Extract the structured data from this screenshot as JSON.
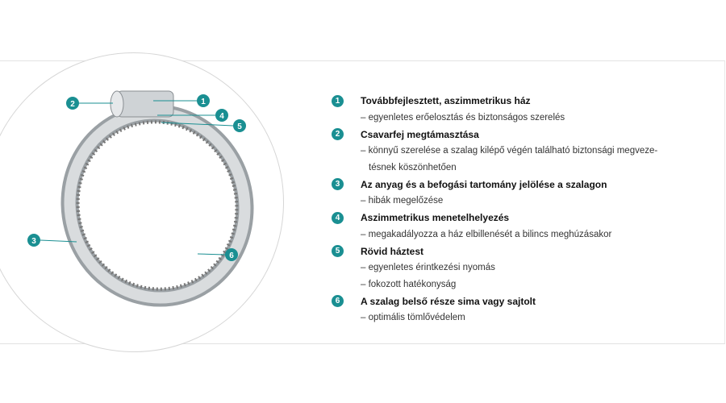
{
  "features": [
    {
      "number": "1",
      "title": "Továbbfejlesztett, aszimmetrikus ház",
      "lines": [
        "– egyenletes erőelosztás és biztonságos szerelés"
      ]
    },
    {
      "number": "2",
      "title": "Csavarfej megtámasztása",
      "lines": [
        "– könnyű szerelése a szalag kilépő végén található biztonsági megveze-",
        "tésnek köszönhetően"
      ]
    },
    {
      "number": "3",
      "title": "Az anyag és a befogási tartomány jelölése a szalagon",
      "lines": [
        "– hibák megelőzése"
      ]
    },
    {
      "number": "4",
      "title": "Aszimmetrikus menetelhelyezés",
      "lines": [
        "– megakadályozza a ház elbillenését a bilincs meghúzásakor"
      ]
    },
    {
      "number": "5",
      "title": "Rövid háztest",
      "lines": [
        "– egyenletes érintkezési nyomás",
        "– fokozott hatékonyság"
      ]
    },
    {
      "number": "6",
      "title": "A szalag belső része sima vagy sajtolt",
      "lines": [
        "– optimális tömlővédelem"
      ]
    }
  ],
  "colors": {
    "accent": "#1a8f92"
  }
}
